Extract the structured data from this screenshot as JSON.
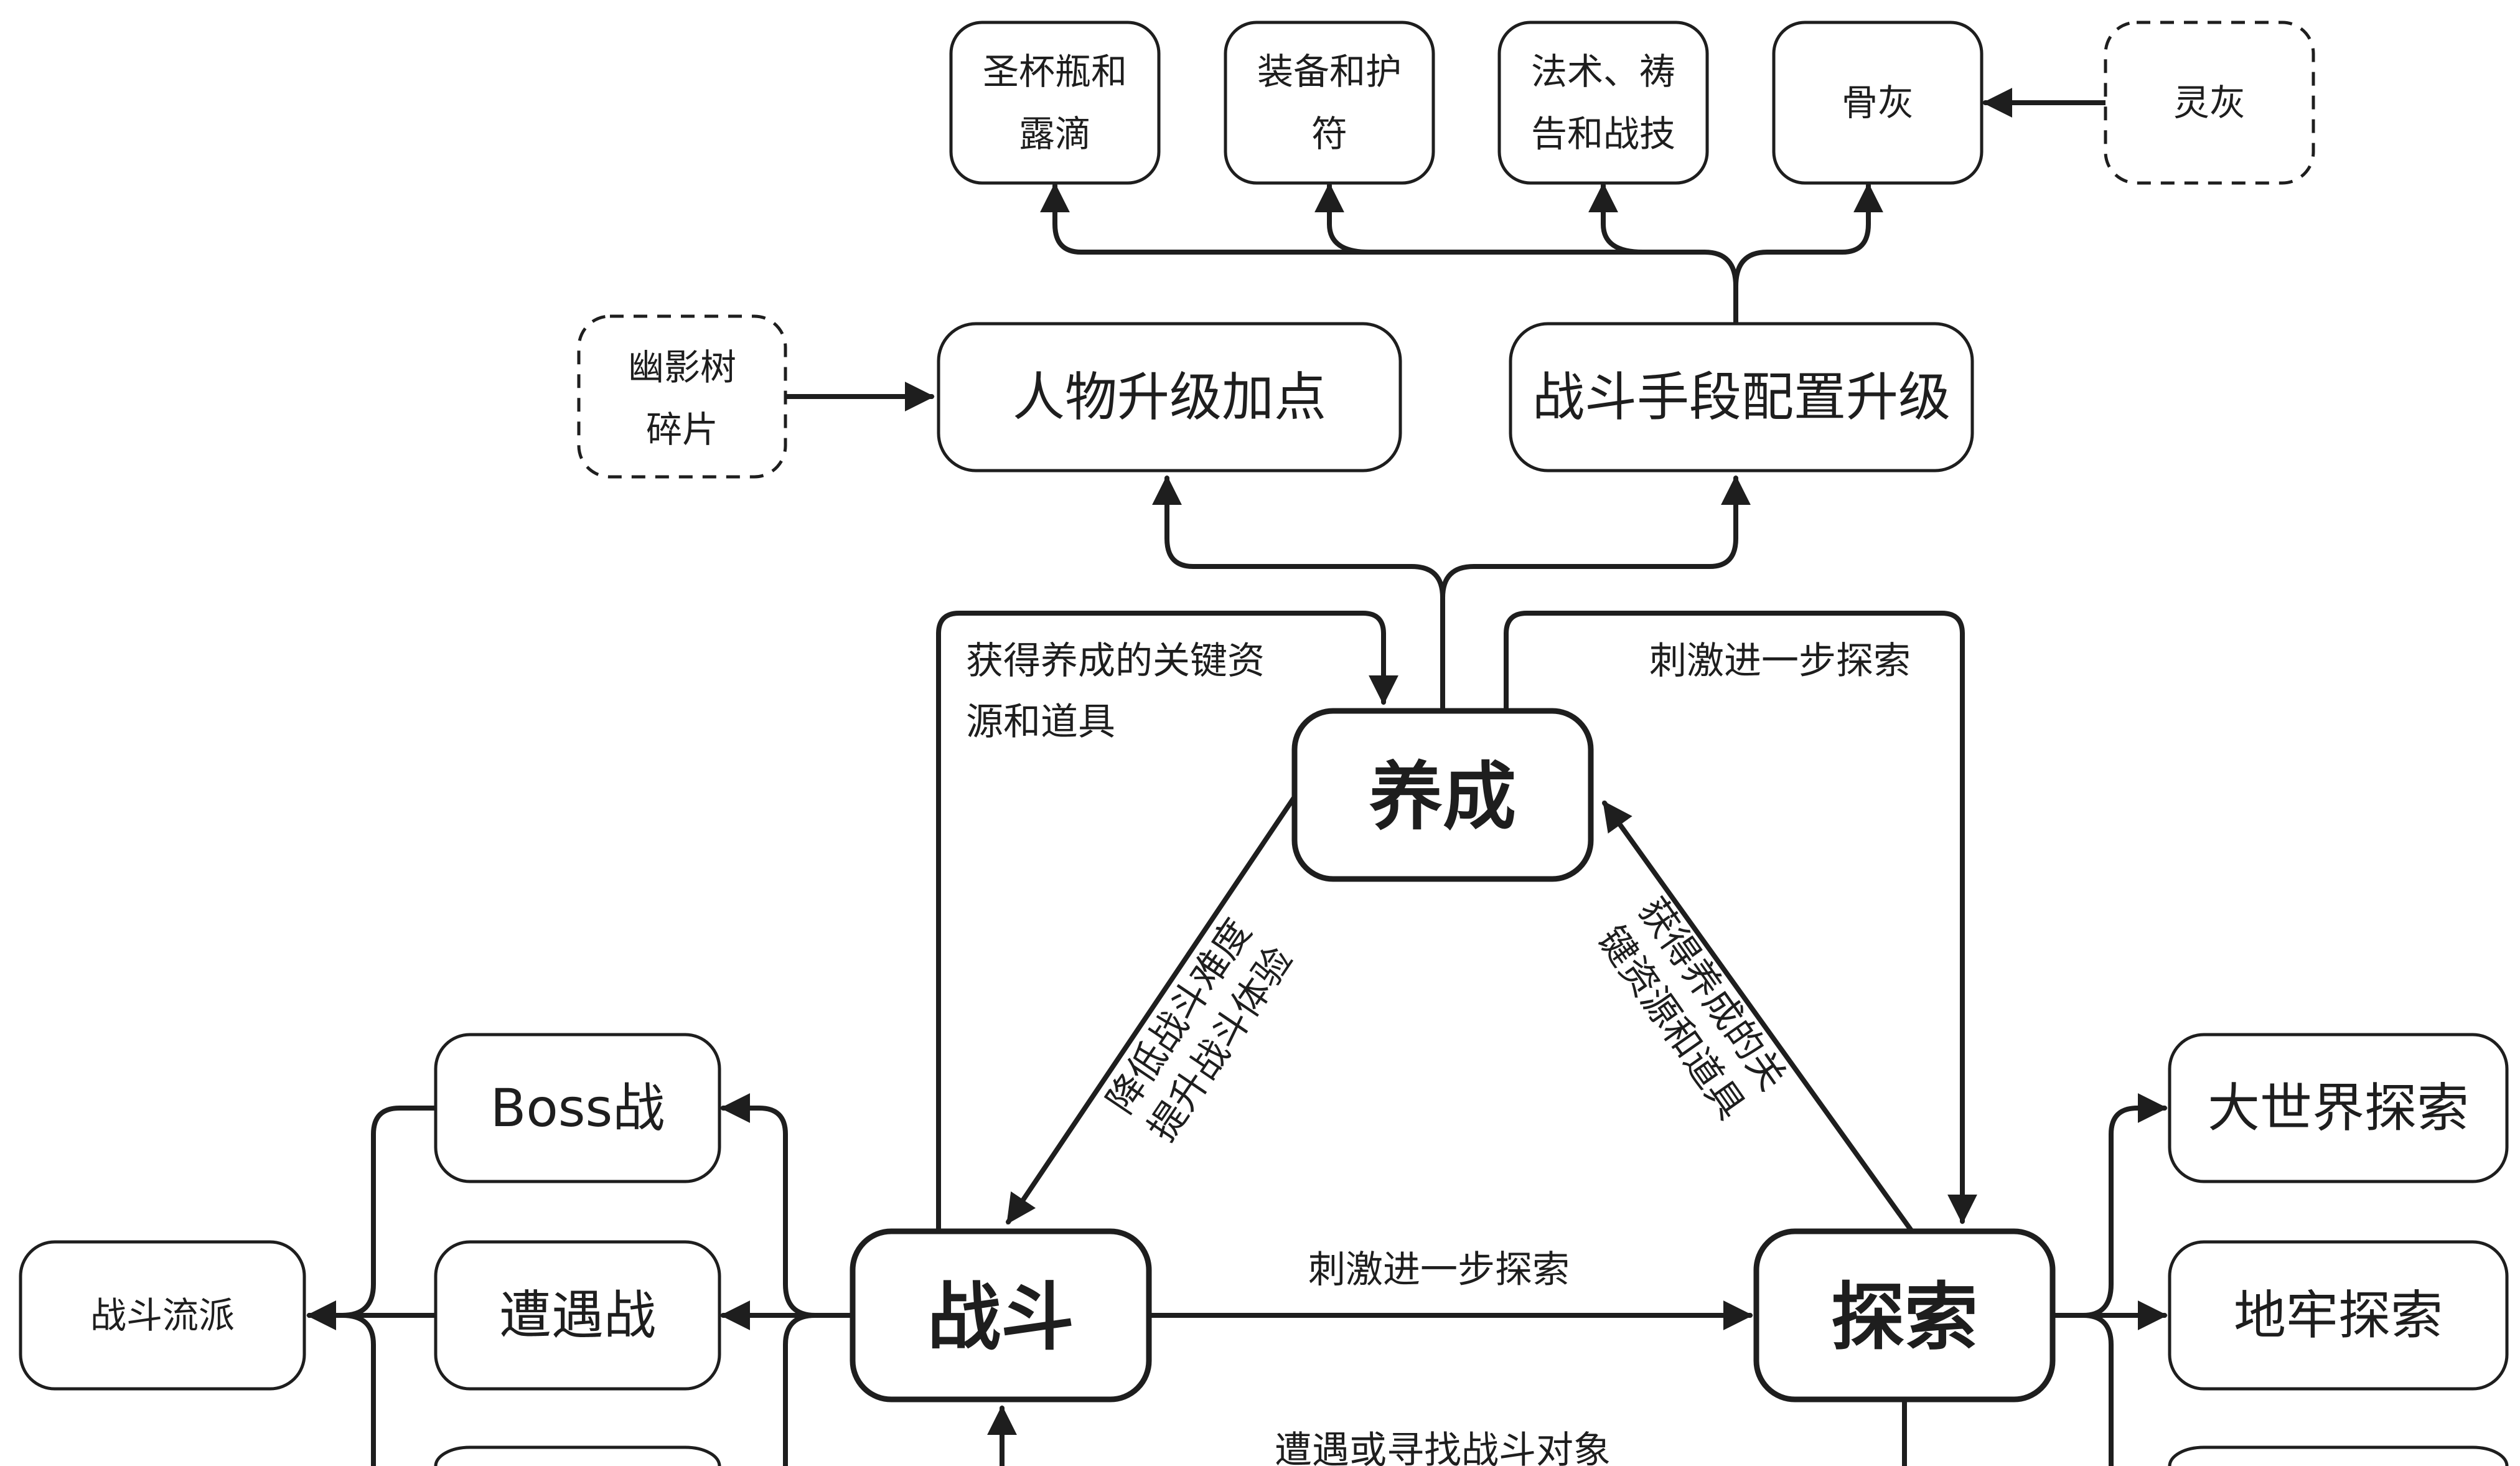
{
  "nodes": {
    "grail": [
      "圣杯瓶和",
      "露滴"
    ],
    "gear": [
      "装备和护",
      "符"
    ],
    "spells": [
      "法术、祷",
      "告和战技"
    ],
    "ashes": "骨灰",
    "spirit_ash": "灵灰",
    "shadow_tree": [
      "幽影树",
      "碎片"
    ],
    "char_level": "人物升级加点",
    "combat_upgrade": "战斗手段配置升级",
    "cultivation": "养成",
    "combat": "战斗",
    "explore": "探索",
    "boss": "Boss战",
    "encounter": "遭遇战",
    "builds": "战斗流派",
    "open_world": "大世界探索",
    "dungeon": "地牢探索"
  },
  "edges": {
    "combat_to_cultivation": [
      "获得养成的关键资",
      "源和道具"
    ],
    "cultivation_to_explore_top": "刺激进一步探索",
    "cultivation_to_combat": [
      "降低战斗难度",
      "提升战斗体验"
    ],
    "explore_to_cultivation": [
      "获得养成的关",
      "键资源和道具"
    ],
    "combat_to_explore": "刺激进一步探索",
    "explore_to_combat": "遭遇或寻找战斗对象"
  }
}
